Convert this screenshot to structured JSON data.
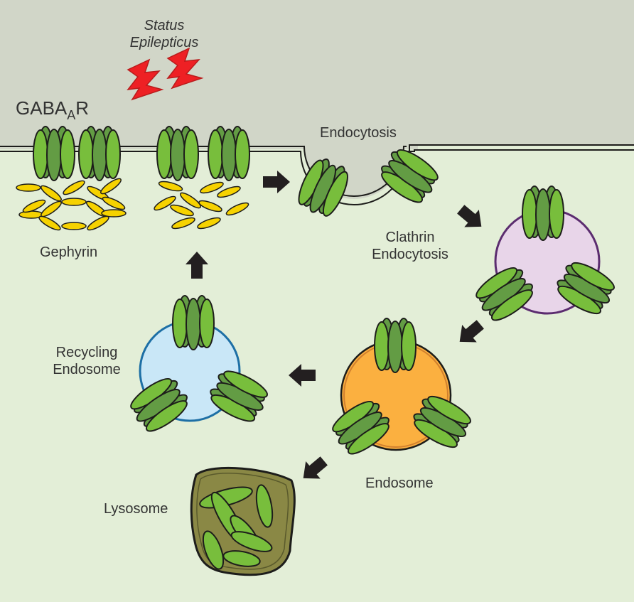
{
  "labels": {
    "status_line1": "Status",
    "status_line2": "Epilepticus",
    "gaba_main": "GABA",
    "gaba_sub": "A",
    "gaba_end": "R",
    "endocytosis": "Endocytosis",
    "gephyrin": "Gephyrin",
    "clathrin_line1": "Clathrin",
    "clathrin_line2": "Endocytosis",
    "recycling_line1": "Recycling",
    "recycling_line2": "Endosome",
    "endosome": "Endosome",
    "lysosome": "Lysosome"
  },
  "colors": {
    "extracellular": "#d1d6c8",
    "cytoplasm": "#e3eed7",
    "receptor_light": "#78be3c",
    "receptor_dark": "#639c44",
    "gephyrin": "#f6d200",
    "lightning": "#ee2024",
    "clathrin_vesicle": "#e8d5e9",
    "recycling_endosome": "#c9e7f7",
    "endosome": "#fbb040",
    "lysosome": "#8a8845",
    "arrow": "#231f20"
  }
}
